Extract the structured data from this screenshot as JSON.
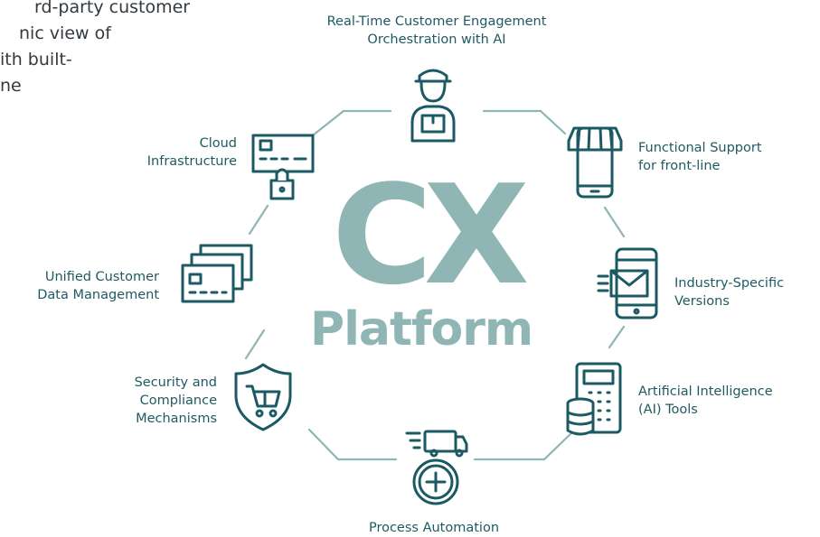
{
  "intro_fragment": {
    "line1": "rd-party customer",
    "line2": "nic view of",
    "line3": "ith built-",
    "line4": "ne"
  },
  "center": {
    "title": "CX",
    "subtitle": "Platform"
  },
  "colors": {
    "icon": "#1b5a63",
    "ring": "#8fb5b4",
    "center_text": "#8fb5b4"
  },
  "nodes": [
    {
      "label": "Real-Time Customer Engagement\nOrchestration with AI",
      "icon": "delivery-person-icon"
    },
    {
      "label": "Functional Support\nfor front-line",
      "icon": "mobile-storefront-icon"
    },
    {
      "label": "Industry-Specific\nVersions",
      "icon": "mobile-email-icon"
    },
    {
      "label": "Artificial Intelligence\n(AI) Tools",
      "icon": "calculator-database-icon"
    },
    {
      "label": "Process Automation",
      "icon": "fast-delivery-clock-icon"
    },
    {
      "label": "Security and\nCompliance\nMechanisms",
      "icon": "shield-cart-icon"
    },
    {
      "label": "Unified Customer\nData Management",
      "icon": "cards-icon"
    },
    {
      "label": "Cloud\nInfrastructure",
      "icon": "card-lock-icon"
    }
  ]
}
